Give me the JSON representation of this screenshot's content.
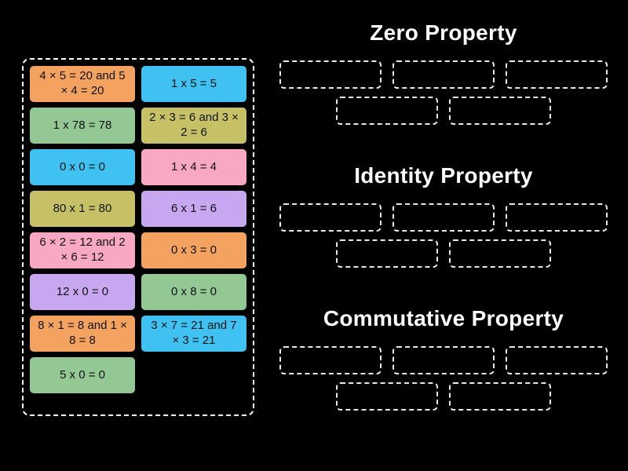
{
  "background": "#000000",
  "tile_bank": {
    "tiles": [
      {
        "label": "4 × 5 = 20 and 5 × 4 = 20",
        "color": "#f3a25f"
      },
      {
        "label": "1 x 5 = 5",
        "color": "#3fc1f1"
      },
      {
        "label": "1 x 78 = 78",
        "color": "#93c793"
      },
      {
        "label": "2 × 3 = 6 and 3 × 2 = 6",
        "color": "#c6c167"
      },
      {
        "label": "0 x 0 = 0",
        "color": "#3fc1f1"
      },
      {
        "label": "1 x 4 = 4",
        "color": "#f8a8c2"
      },
      {
        "label": "80 x 1 = 80",
        "color": "#c6c167"
      },
      {
        "label": "6 x 1 = 6",
        "color": "#c7a8f0"
      },
      {
        "label": "6 × 2 = 12 and 2 × 6 = 12",
        "color": "#f8a8c2"
      },
      {
        "label": "0 x 3 = 0",
        "color": "#f3a25f"
      },
      {
        "label": "12 x 0 = 0",
        "color": "#c7a8f0"
      },
      {
        "label": "0 x 8 = 0",
        "color": "#93c793"
      },
      {
        "label": "8 × 1 = 8 and 1 × 8 = 8",
        "color": "#f3a25f"
      },
      {
        "label": "3 × 7 = 21 and 7 × 3 = 21",
        "color": "#3fc1f1"
      },
      {
        "label": "5 x 0 = 0",
        "color": "#93c793"
      }
    ]
  },
  "groups": [
    {
      "title": "Zero Property",
      "slot_count": 5
    },
    {
      "title": "Identity Property",
      "slot_count": 5
    },
    {
      "title": "Commutative Property",
      "slot_count": 5
    }
  ]
}
